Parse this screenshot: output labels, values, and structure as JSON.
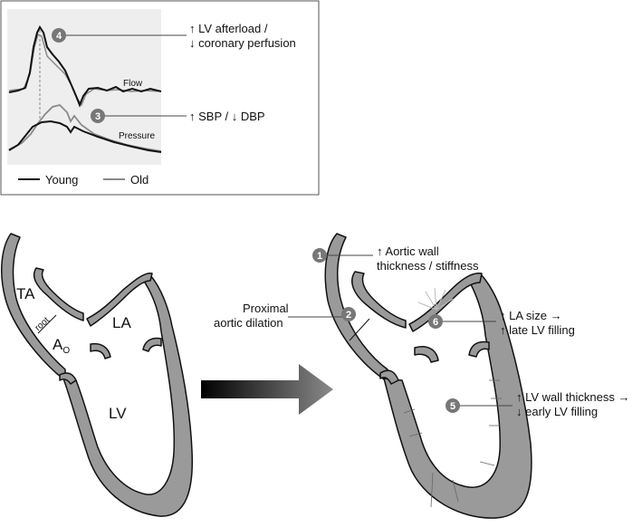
{
  "inset": {
    "flow_label": "Flow",
    "pressure_label": "Pressure",
    "legend": {
      "young": "Young",
      "old": "Old",
      "young_color": "#111111",
      "old_color": "#8a8a8a"
    },
    "callout_4": {
      "num": "4",
      "line1": "↑ LV afterload /",
      "line2": "↓ coronary perfusion"
    },
    "callout_3": {
      "num": "3",
      "text": "↑ SBP / ↓ DBP"
    }
  },
  "left_heart": {
    "ta": "TA",
    "root": "root",
    "ao_main": "A",
    "ao_sub": "O",
    "la": "LA",
    "lv": "LV"
  },
  "right_heart": {
    "callout_1": {
      "num": "1",
      "line1": "↑ Aortic wall",
      "line2": "thickness / stiffness"
    },
    "callout_2": {
      "num": "2",
      "line1": "Proximal",
      "line2": "aortic dilation"
    },
    "callout_6": {
      "num": "6",
      "line1": "↑ LA size →",
      "line2": "↑ late LV filling"
    },
    "callout_5": {
      "num": "5",
      "line1": "↑ LV wall thickness →",
      "line2": "↓ early LV filling"
    }
  },
  "colors": {
    "wall": "#9a9a9a",
    "badge": "#777777",
    "inset_bg": "#eeeeee"
  }
}
